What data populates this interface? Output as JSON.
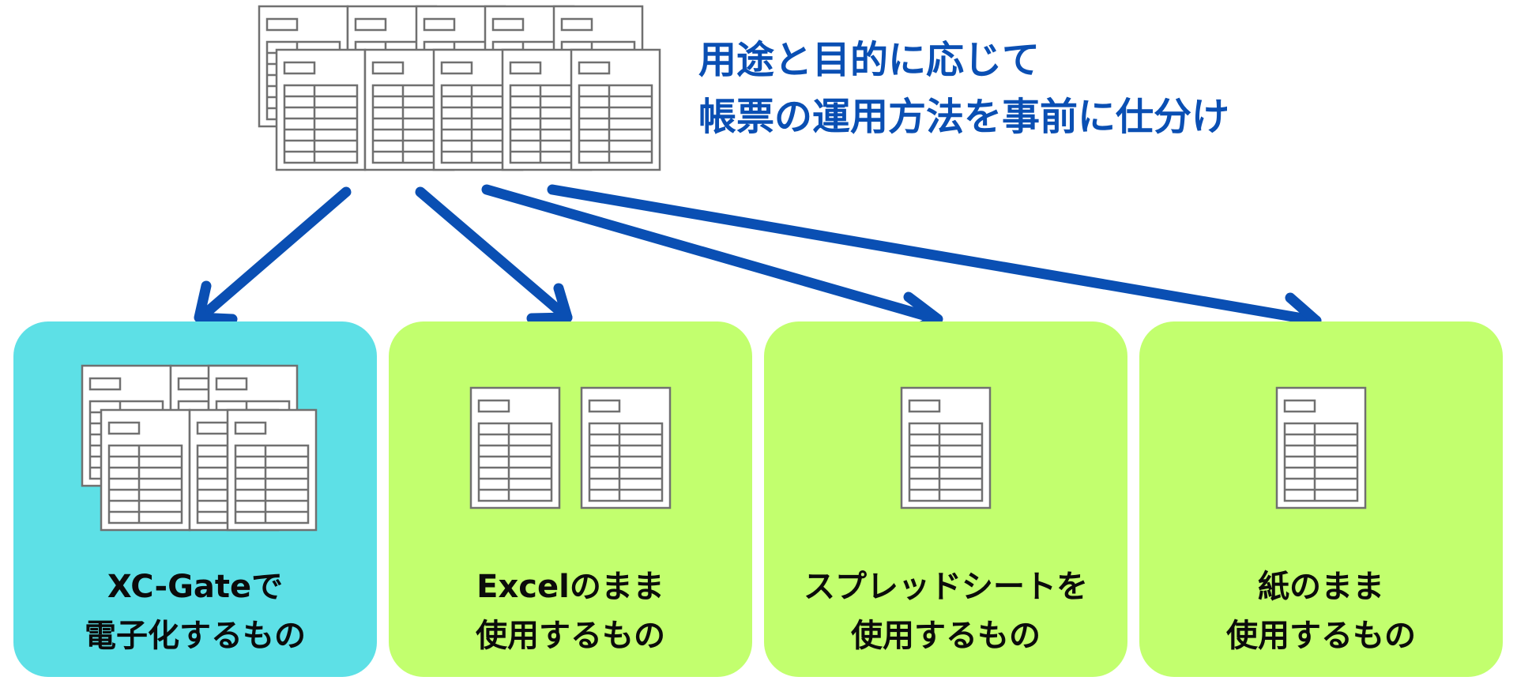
{
  "heading": {
    "line1": "用途と目的に応じて",
    "line2": "帳票の運用方法を事前に仕分け",
    "color": "#0a4fb3"
  },
  "colors": {
    "arrow": "#0a4fb3",
    "doc_border": "#707070",
    "card_highlight": "#5de0e6",
    "card_default": "#c2ff6e"
  },
  "cards": [
    {
      "line1": "XC-Gateで",
      "line2": "電子化するもの",
      "color": "#5de0e6",
      "doc_icon": "document-stack"
    },
    {
      "line1": "Excelのまま",
      "line2": "使用するもの",
      "color": "#c2ff6e",
      "doc_icon": "two-documents"
    },
    {
      "line1": "スプレッドシートを",
      "line2": "使用するもの",
      "color": "#c2ff6e",
      "doc_icon": "single-document"
    },
    {
      "line1": "紙のまま",
      "line2": "使用するもの",
      "color": "#c2ff6e",
      "doc_icon": "single-document"
    }
  ]
}
